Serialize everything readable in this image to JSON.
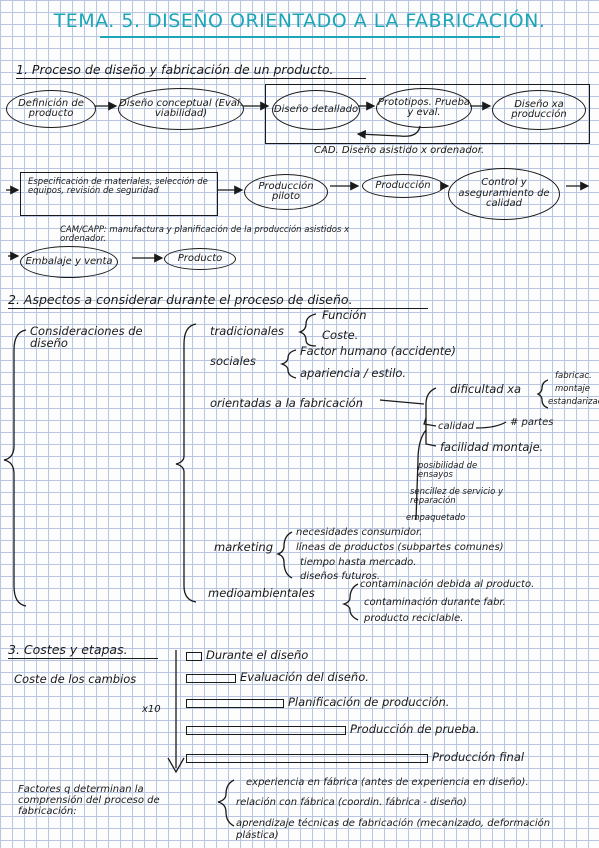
{
  "title": "TEMA. 5. DISEÑO ORIENTADO A LA FABRICACIÓN.",
  "s1": {
    "heading": "1. Proceso de diseño y fabricación de un producto.",
    "row1": [
      "Definición de producto",
      "Diseño conceptual (Eval. viabilidad)",
      "Diseño detallado",
      "Prototipos. Prueba y eval.",
      "Diseño xa producción"
    ],
    "cad_note": "CAD. Diseño asistido x ordenador.",
    "row2": [
      "Especificación de materiales, selección de equipos, revisión de seguridad",
      "Producción piloto",
      "Producción",
      "Control y aseguramiento de calidad"
    ],
    "cam_note": "CAM/CAPP: manufactura y planificación de la producción asistidos x ordenador.",
    "row3": [
      "Embalaje y venta",
      "Producto"
    ]
  },
  "s2": {
    "heading": "2. Aspectos a considerar durante el proceso de diseño.",
    "root": "Consideraciones de diseño",
    "tradicionales": "tradicionales",
    "trad_items": [
      "Función",
      "Coste."
    ],
    "sociales": "sociales",
    "soc_items": [
      "Factor humano (accidente)",
      "apariencia / estilo."
    ],
    "orientadas": "orientadas a la fabricación",
    "dificultad": "dificultad xa",
    "dif_items": [
      "fabricac.",
      "montaje",
      "estandarización"
    ],
    "partes": "# partes",
    "orient_items": [
      "calidad",
      "facilidad montaje.",
      "posibilidad de ensayos",
      "sencillez de servicio y reparación",
      "empaquetado"
    ],
    "marketing": "marketing",
    "mk_items": [
      "necesidades consumidor.",
      "líneas de productos (subpartes comunes)",
      "tiempo hasta mercado.",
      "diseños futuros."
    ],
    "medio": "medioambientales",
    "med_items": [
      "contaminación debida al producto.",
      "contaminación durante fabr.",
      "producto reciclable."
    ]
  },
  "s3": {
    "heading": "3. Costes y etapas.",
    "axis_label": "Coste de los cambios",
    "x10": "x10",
    "stages": [
      "Durante el diseño",
      "Evaluación del diseño.",
      "Planificación de producción.",
      "Producción de prueba.",
      "Producción final"
    ],
    "bar_widths": [
      0.06,
      0.2,
      0.4,
      0.66,
      1.0
    ],
    "factors": "Factores q determinan la comprensión del proceso de fabricación:",
    "f1": "experiencia en fábrica (antes de experiencia en diseño).",
    "f2": "relación con fábrica (coordin. fábrica - diseño)",
    "f3": "aprendizaje técnicas de fabricación (mecanizado, deformación plástica)"
  }
}
